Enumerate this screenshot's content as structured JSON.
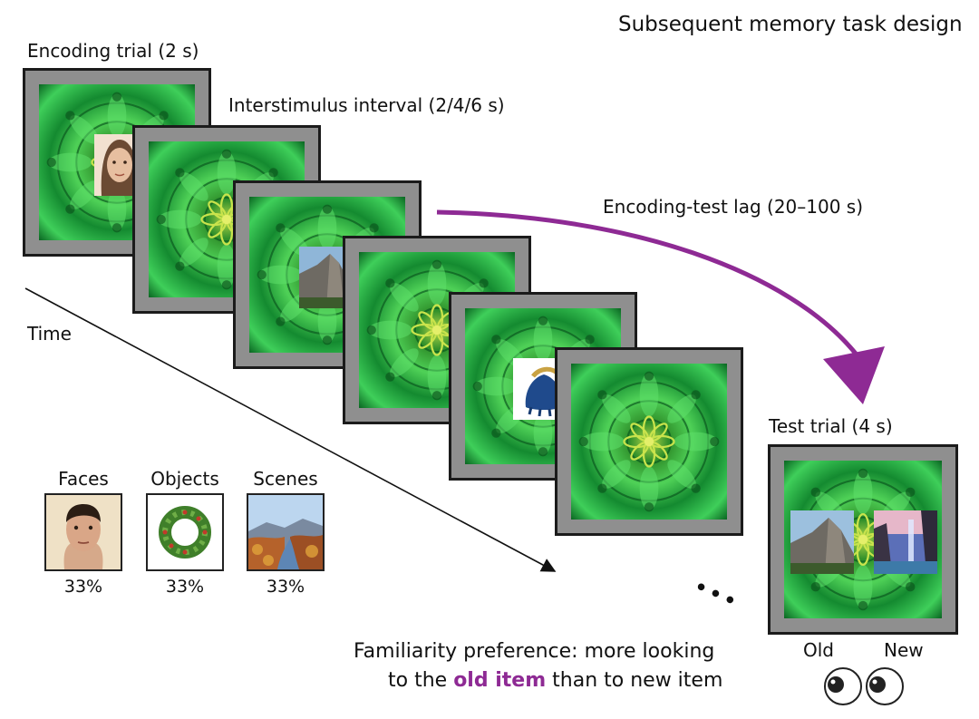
{
  "title": "Subsequent memory task design",
  "labels": {
    "encoding_trial": "Encoding trial (2 s)",
    "isi": "Interstimulus interval (2/4/6 s)",
    "lag": "Encoding-test lag (20–100 s)",
    "time": "Time",
    "test_trial": "Test trial (4 s)",
    "ellipsis": "•••"
  },
  "categories": [
    {
      "name": "Faces",
      "percent": "33%"
    },
    {
      "name": "Objects",
      "percent": "33%"
    },
    {
      "name": "Scenes",
      "percent": "33%"
    }
  ],
  "test_choices": {
    "left": "Old",
    "right": "New"
  },
  "caption": {
    "line1": "Familiarity preference: more looking",
    "line2_pre": "to the ",
    "line2_highlight": "old item",
    "line2_post": " than to new item"
  },
  "colors": {
    "arrow": "#8e2a94",
    "highlight": "#8e2a94",
    "frame_border": "#8f8f8f",
    "pattern_green": "#1f9a3a"
  }
}
